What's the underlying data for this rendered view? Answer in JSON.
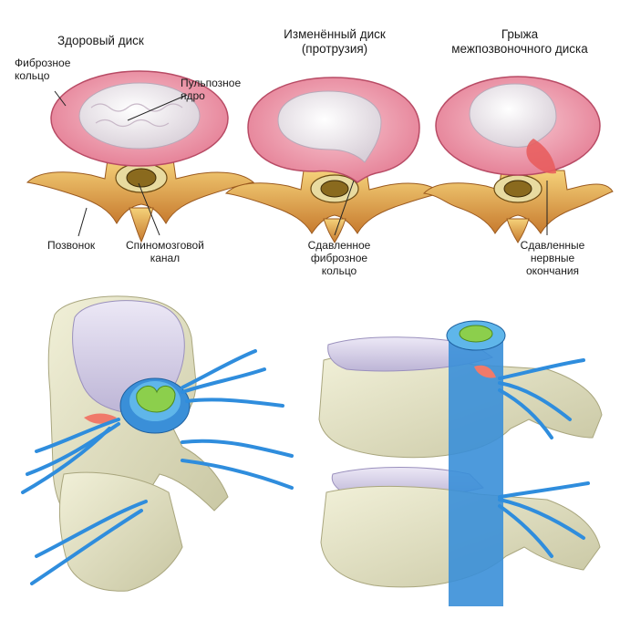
{
  "panels": [
    {
      "title": [
        "Здоровый диск"
      ],
      "labels": {
        "annulus": [
          "Фиброзное",
          "кольцо"
        ],
        "nucleus": [
          "Пульпозное",
          "ядро"
        ],
        "vertebra": [
          "Позвонок"
        ],
        "canal": [
          "Спиномозговой",
          "канал"
        ]
      }
    },
    {
      "title": [
        "Изменённый диск",
        "(протрузия)"
      ],
      "labels": {
        "compressed": [
          "Сдавленное",
          "фиброзное",
          "кольцо"
        ]
      }
    },
    {
      "title": [
        "Грыжа",
        "межпозвоночного диска"
      ],
      "labels": {
        "nerves": [
          "Сдавленные",
          "нервные",
          "окончания"
        ]
      }
    }
  ],
  "colors": {
    "annulus": "#f2a4b3",
    "annulus_edge": "#c2506a",
    "nucleus": "#f3eef2",
    "bone": "#d28a3c",
    "bone_light": "#f0c46a",
    "spine_model": "#e4e3c8",
    "disc_model": "#d9d4ea",
    "nerve": "#2f8ddd",
    "cord": "#7fc241",
    "herniation": "#e04040"
  }
}
